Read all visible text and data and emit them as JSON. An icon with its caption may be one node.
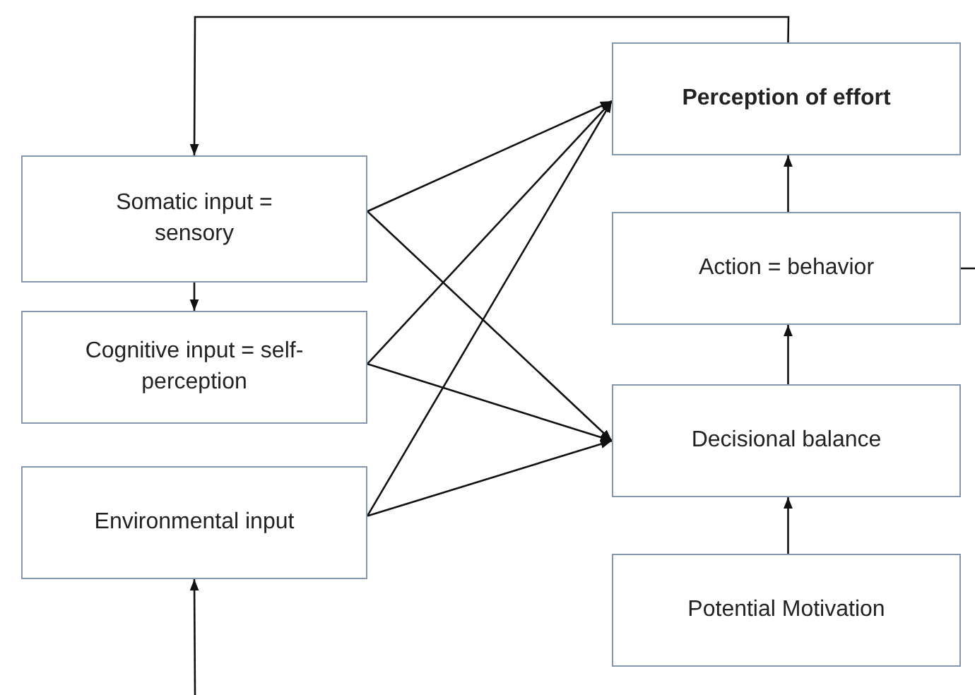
{
  "diagram": {
    "nodes": [
      {
        "text": [
          "Somatic input = sensory"
        ]
      },
      {
        "text": [
          "Cognitive input = self-perception"
        ]
      },
      {
        "text": [
          "Environmental input"
        ]
      },
      {
        "text": [
          "Perception of effort"
        ]
      },
      {
        "text": [
          "Action = behavior"
        ]
      },
      {
        "text": [
          "Decisional balance"
        ]
      },
      {
        "text": [
          "Potential Motivation"
        ]
      }
    ],
    "edges": [
      {
        "from": 3,
        "to": 0,
        "arrow": "to"
      },
      {
        "from": 0,
        "to": 1,
        "arrow": "to"
      },
      {
        "from": 0,
        "to": 3,
        "arrow": "to"
      },
      {
        "from": 0,
        "to": 5,
        "arrow": "to"
      },
      {
        "from": 1,
        "to": 3,
        "arrow": "to"
      },
      {
        "from": 1,
        "to": 5,
        "arrow": "to"
      },
      {
        "from": 2,
        "to": 3,
        "arrow": "to"
      },
      {
        "from": 2,
        "to": 5,
        "arrow": "to"
      },
      {
        "from": 5,
        "to": 4,
        "arrow": "to"
      },
      {
        "from": 4,
        "to": 3,
        "arrow": "to"
      },
      {
        "from": 6,
        "to": 5,
        "arrow": "to"
      },
      {
        "from": null,
        "to": 2,
        "arrow": "to"
      },
      {
        "from": 4,
        "to": null,
        "arrow": "none"
      }
    ]
  }
}
